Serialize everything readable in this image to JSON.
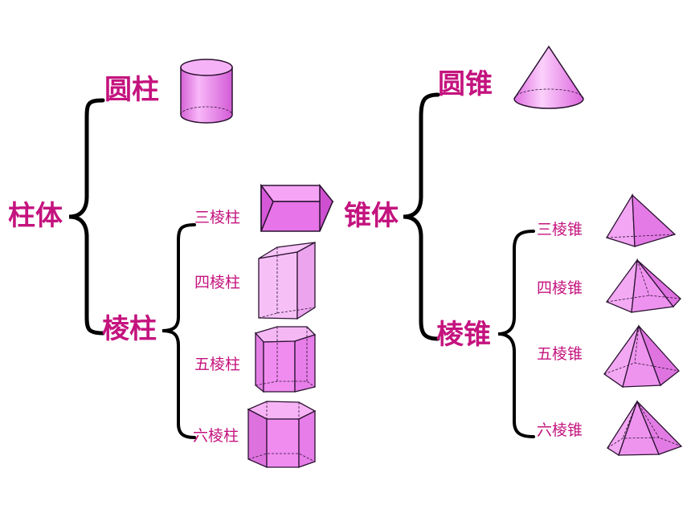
{
  "colors": {
    "label": "#c4137e",
    "solid_fill": "#f08cf0",
    "solid_light": "#f8c6f8",
    "solid_dark": "#c64ec8",
    "edge": "#2a1230",
    "brace": "#000000"
  },
  "prism_group": {
    "root": "柱体",
    "cylinder": {
      "label": "圆柱",
      "icon": "cylinder-solid"
    },
    "prism": {
      "label": "棱柱",
      "items": [
        {
          "label": "三棱柱",
          "icon": "triangular-prism"
        },
        {
          "label": "四棱柱",
          "icon": "quadrangular-prism"
        },
        {
          "label": "五棱柱",
          "icon": "pentagonal-prism"
        },
        {
          "label": "六棱柱",
          "icon": "hexagonal-prism"
        }
      ]
    }
  },
  "pyramid_group": {
    "root": "锥体",
    "cone": {
      "label": "圆锥",
      "icon": "cone-solid"
    },
    "pyramid": {
      "label": "棱锥",
      "items": [
        {
          "label": "三棱锥",
          "icon": "triangular-pyramid"
        },
        {
          "label": "四棱锥",
          "icon": "quadrangular-pyramid"
        },
        {
          "label": "五棱锥",
          "icon": "pentagonal-pyramid"
        },
        {
          "label": "六棱锥",
          "icon": "hexagonal-pyramid"
        }
      ]
    }
  }
}
